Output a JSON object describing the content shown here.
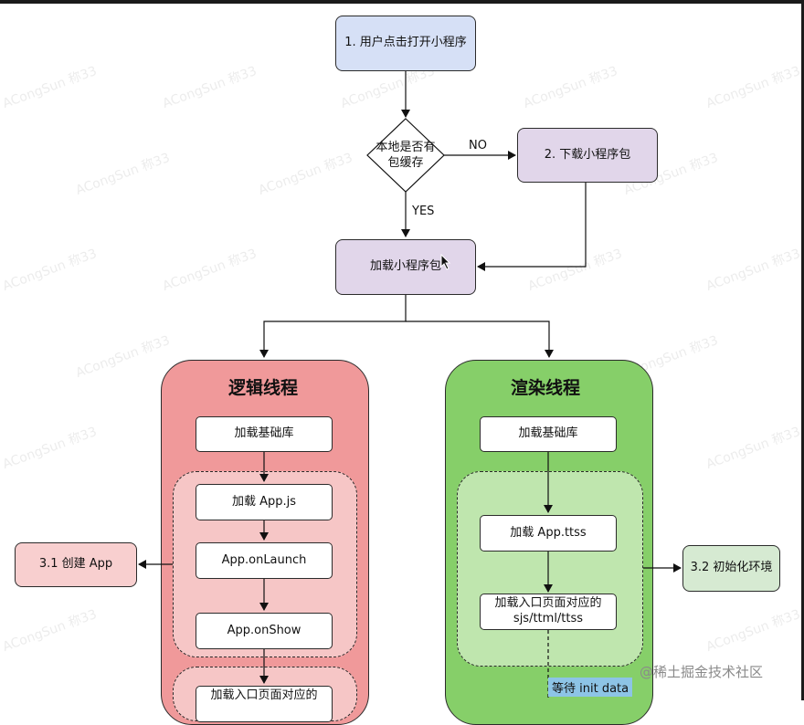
{
  "start_node": "1. 用户点击打开小程序",
  "decision": {
    "line1": "本地是否有",
    "line2": "包缓存",
    "no_label": "NO",
    "yes_label": "YES"
  },
  "download_node": "2. 下载小程序包",
  "load_node": "加载小程序包",
  "logic_lane": {
    "title": "逻辑线程",
    "base_lib": "加载基础库",
    "load_app_js": "加载 App.js",
    "on_launch": "App.onLaunch",
    "on_show": "App.onShow",
    "entry_partial": "加载入口页面对应的"
  },
  "render_lane": {
    "title": "渲染线程",
    "base_lib": "加载基础库",
    "load_app_ttss": "加载 App.ttss",
    "entry_line1": "加载入口页面对应的",
    "entry_line2": "sjs/ttml/ttss",
    "wait_badge": "等待 init data"
  },
  "create_app": "3.1 创建 App",
  "init_env": "3.2 初始化环境",
  "watermark": "ACongSun 称33",
  "footer_watermark": "@稀土掘金技术社区"
}
